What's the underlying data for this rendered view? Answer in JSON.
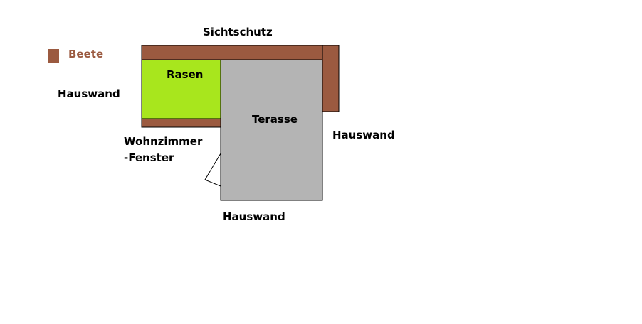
{
  "legend": {
    "label": "Beete",
    "color": "#9b5a40"
  },
  "labels": {
    "privacy_screen": "Sichtschutz",
    "house_wall_left": "Hauswand",
    "house_wall_right": "Hauswand",
    "house_wall_bottom": "Hauswand",
    "lawn": "Rasen",
    "terrace": "Terasse",
    "living_room_window_line1": "Wohnzimmer",
    "living_room_window_line2": "-Fenster"
  },
  "colors": {
    "beds": "#9b5a40",
    "lawn": "#a8e61d",
    "terrace": "#b4b4b4",
    "outline": "#000000",
    "background": "#ffffff"
  }
}
